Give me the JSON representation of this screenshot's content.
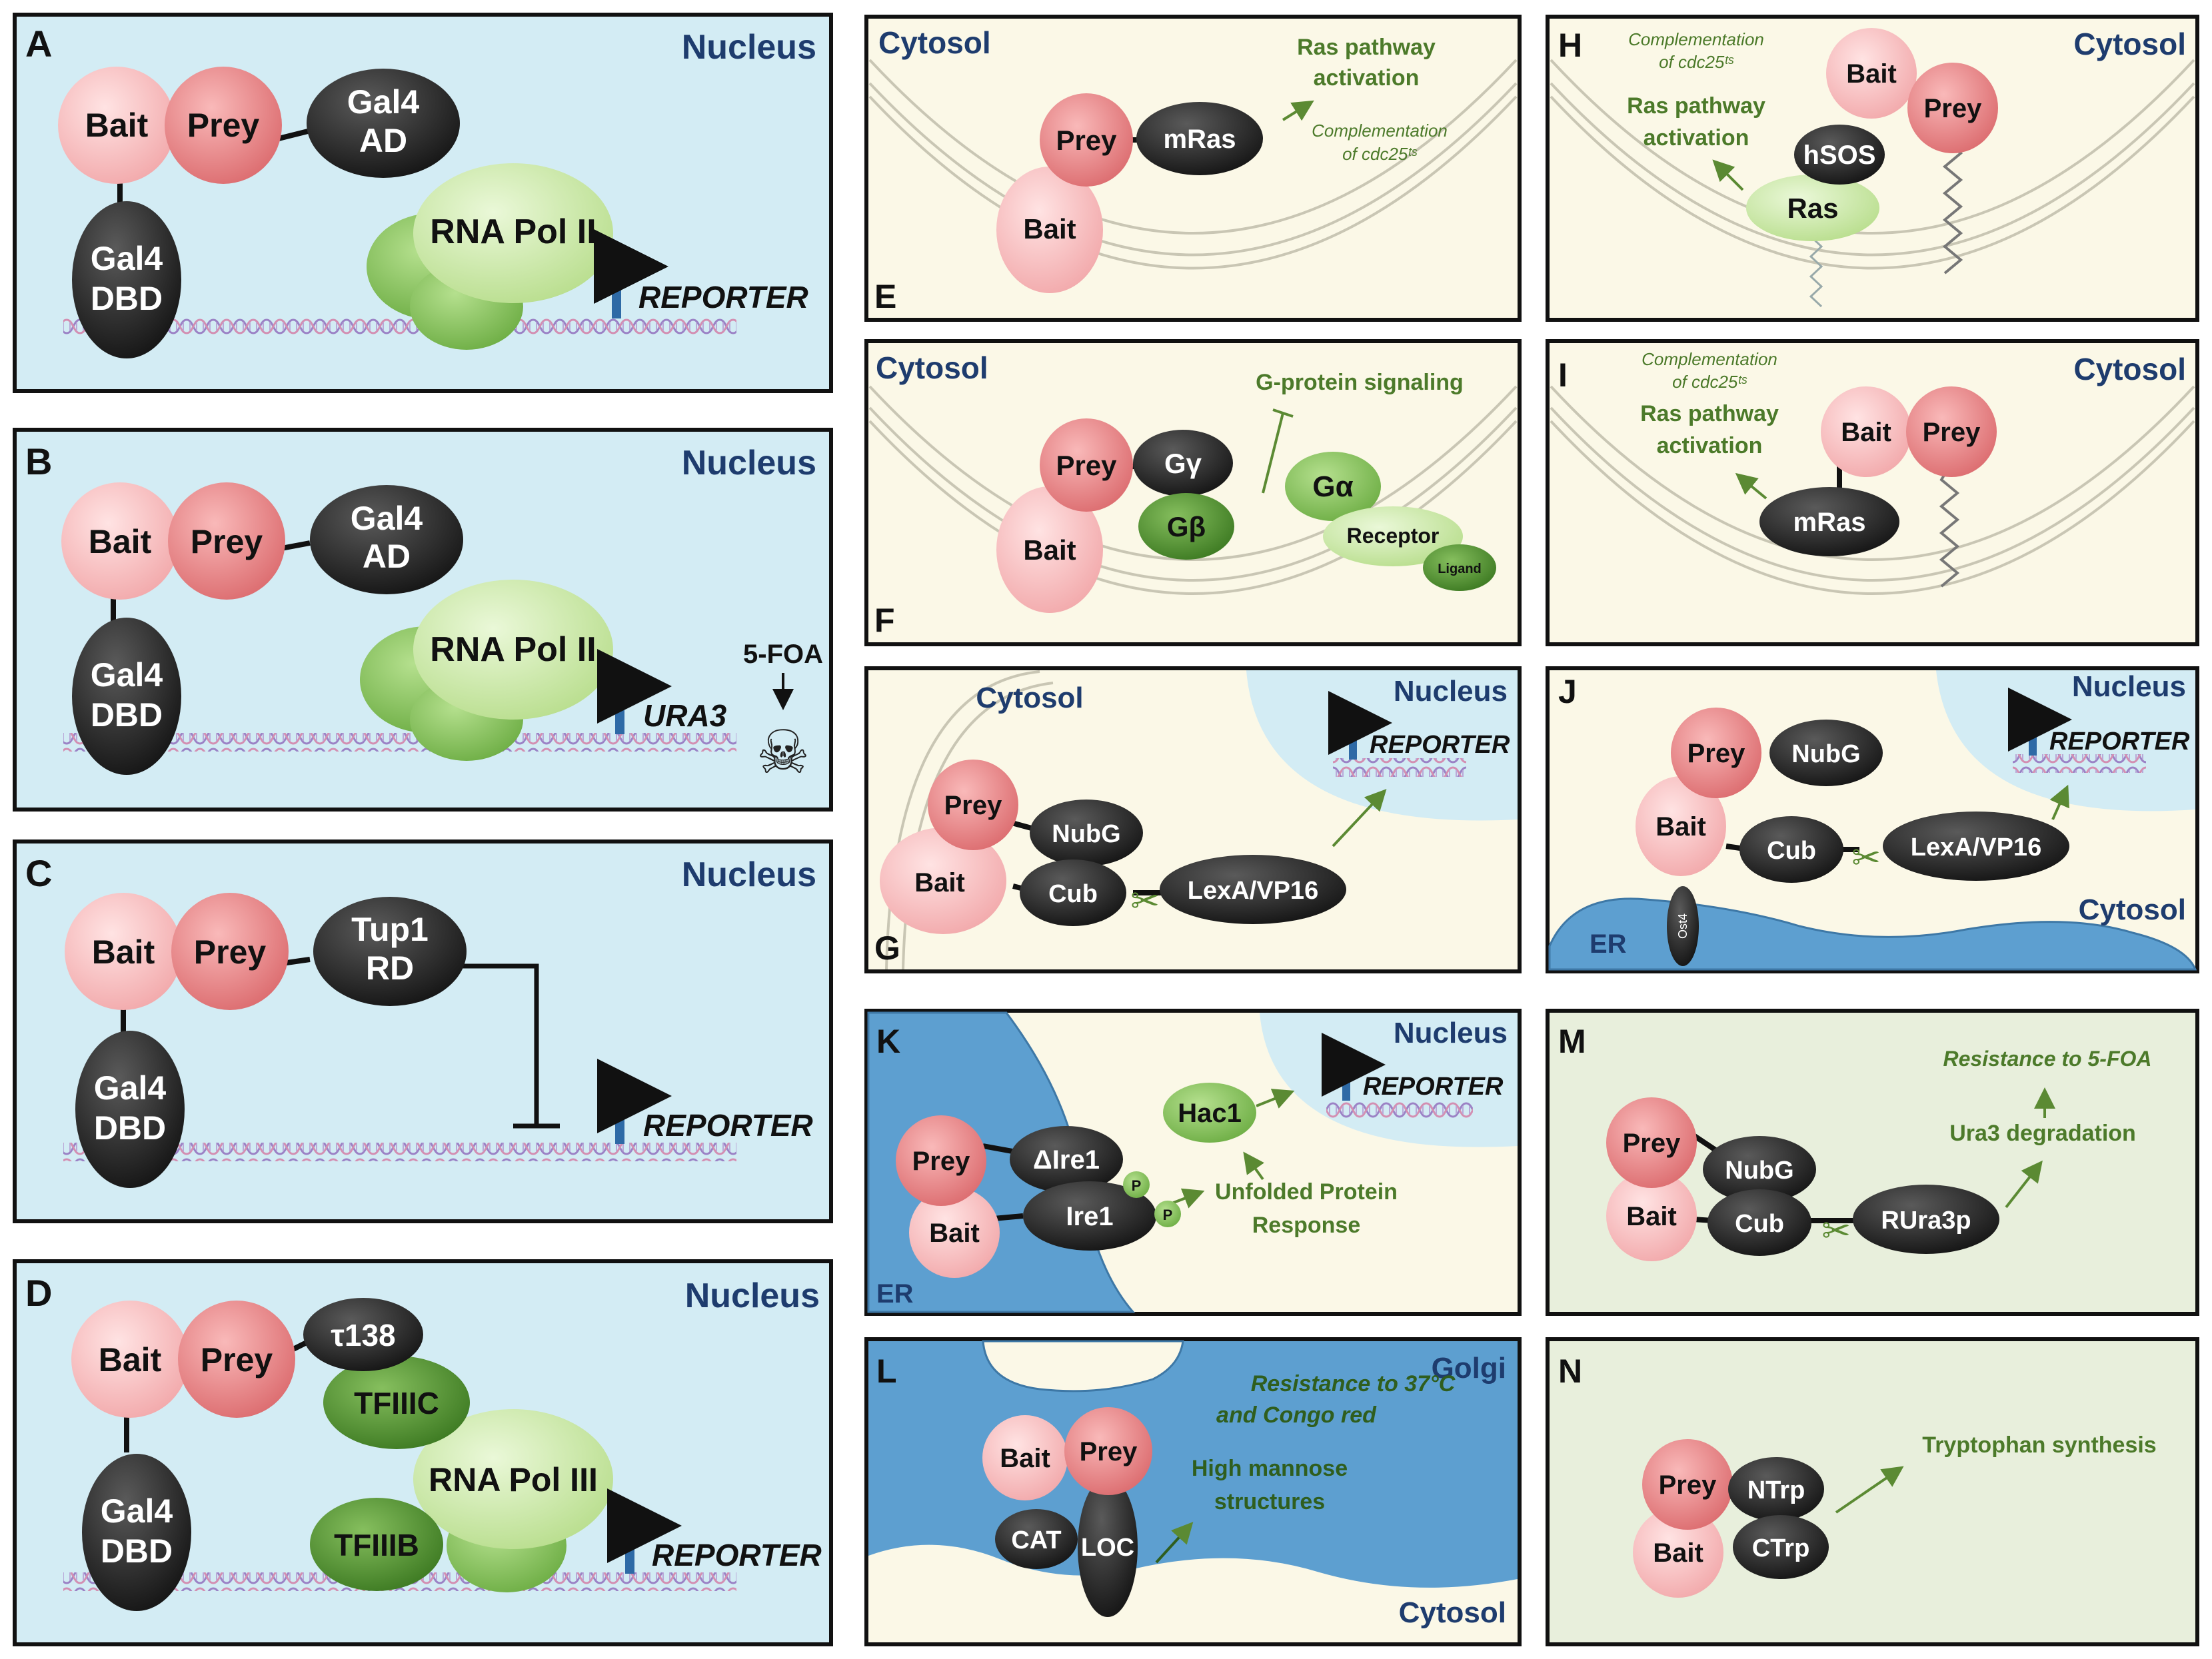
{
  "colors": {
    "nucleus_bg": "#d3ecf4",
    "cytosol_bg": "#fbf8e7",
    "green_bg": "#e8efdc",
    "er_blue": "#5d9fd0",
    "bait_pink": "#f6c1c1",
    "prey_red": "#e98a8a",
    "dark_protein": "#2b2b2b",
    "light_green": "#c9e7a4",
    "mid_green": "#8cc563",
    "dark_green": "#4e8a2e",
    "label_navy": "#1e3c6e",
    "annotation_green": "#4c7a2a",
    "reporter_blue": "#2e6aa6"
  },
  "panels": {
    "A": {
      "letter": "A",
      "compartment": "Nucleus",
      "bait": "Bait",
      "prey": "Prey",
      "ad_1": "Gal4",
      "ad_2": "AD",
      "dbd_1": "Gal4",
      "dbd_2": "DBD",
      "pol": "RNA Pol II",
      "reporter": "REPORTER"
    },
    "B": {
      "letter": "B",
      "compartment": "Nucleus",
      "bait": "Bait",
      "prey": "Prey",
      "ad_1": "Gal4",
      "ad_2": "AD",
      "dbd_1": "Gal4",
      "dbd_2": "DBD",
      "pol": "RNA Pol II",
      "reporter": "URA3",
      "drug": "5-FOA",
      "skull": "☠"
    },
    "C": {
      "letter": "C",
      "compartment": "Nucleus",
      "bait": "Bait",
      "prey": "Prey",
      "rd_1": "Tup1",
      "rd_2": "RD",
      "dbd_1": "Gal4",
      "dbd_2": "DBD",
      "reporter": "REPORTER"
    },
    "D": {
      "letter": "D",
      "compartment": "Nucleus",
      "bait": "Bait",
      "prey": "Prey",
      "tau": "τ138",
      "tfiiic": "TFIIIC",
      "tfiiib": "TFIIIB",
      "dbd_1": "Gal4",
      "dbd_2": "DBD",
      "pol": "RNA Pol III",
      "reporter": "REPORTER"
    },
    "E": {
      "letter": "E",
      "compartment": "Cytosol",
      "bait": "Bait",
      "prey": "Prey",
      "ras": "mRas",
      "act_1": "Ras pathway",
      "act_2": "activation",
      "comp_1": "Complementation",
      "comp_2": "of cdc25ᵗˢ"
    },
    "F": {
      "letter": "F",
      "compartment": "Cytosol",
      "bait": "Bait",
      "prey": "Prey",
      "gg": "Gγ",
      "gb": "Gβ",
      "ga": "Gα",
      "receptor": "Receptor",
      "ligand": "Ligand",
      "signal": "G-protein signaling"
    },
    "G": {
      "letter": "G",
      "compartment": "Cytosol",
      "nucleus": "Nucleus",
      "bait": "Bait",
      "prey": "Prey",
      "nubg": "NubG",
      "cub": "Cub",
      "lexa": "LexA/VP16",
      "reporter": "REPORTER"
    },
    "H": {
      "letter": "H",
      "compartment": "Cytosol",
      "bait": "Bait",
      "prey": "Prey",
      "hsos": "hSOS",
      "ras": "Ras",
      "act_1": "Ras pathway",
      "act_2": "activation",
      "comp_1": "Complementation",
      "comp_2": "of cdc25ᵗˢ"
    },
    "I": {
      "letter": "I",
      "compartment": "Cytosol",
      "bait": "Bait",
      "prey": "Prey",
      "ras": "mRas",
      "act_1": "Ras pathway",
      "act_2": "activation",
      "comp_1": "Complementation",
      "comp_2": "of cdc25ᵗˢ"
    },
    "J": {
      "letter": "J",
      "nucleus": "Nucleus",
      "compartment": "Cytosol",
      "er": "ER",
      "bait": "Bait",
      "prey": "Prey",
      "nubg": "NubG",
      "cub": "Cub",
      "lexa": "LexA/VP16",
      "ost": "Ost4",
      "reporter": "REPORTER"
    },
    "K": {
      "letter": "K",
      "nucleus": "Nucleus",
      "er": "ER",
      "bait": "Bait",
      "prey": "Prey",
      "dire1": "ΔIre1",
      "ire1": "Ire1",
      "p": "P",
      "hac1": "Hac1",
      "upr_1": "Unfolded Protein",
      "upr_2": "Response",
      "reporter": "REPORTER"
    },
    "L": {
      "letter": "L",
      "golgi": "Golgi",
      "compartment": "Cytosol",
      "bait": "Bait",
      "prey": "Prey",
      "cat": "CAT",
      "loc": "LOC",
      "res_1": "Resistance to 37°C",
      "res_2": "and Congo red",
      "hm_1": "High mannose",
      "hm_2": "structures"
    },
    "M": {
      "letter": "M",
      "bait": "Bait",
      "prey": "Prey",
      "nubg": "NubG",
      "cub": "Cub",
      "rura3": "RUra3p",
      "res": "Resistance to 5-FOA",
      "deg": "Ura3 degradation"
    },
    "N": {
      "letter": "N",
      "bait": "Bait",
      "prey": "Prey",
      "ntrp": "NTrp",
      "ctrp": "CTrp",
      "trp": "Tryptophan synthesis"
    }
  }
}
